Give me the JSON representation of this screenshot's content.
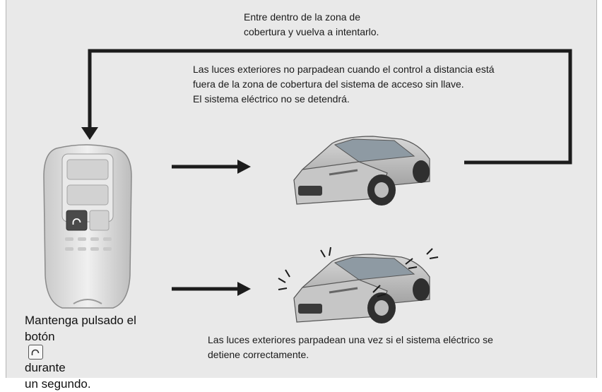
{
  "notes": {
    "top": [
      "Entre dentro de la zona de",
      "cobertura y vuelva a intentarlo."
    ],
    "middle": [
      "Las luces exteriores no parpadean cuando el control a distancia está",
      "fuera de la zona de cobertura del sistema de acceso sin llave.",
      "El sistema eléctrico no se detendrá."
    ],
    "bottom": [
      "Las luces exteriores parpadean una vez si el sistema eléctrico se",
      "detiene correctamente."
    ]
  },
  "instruction": {
    "line1": "Mantenga pulsado el",
    "line2_before": "botón",
    "line2_icon": "power-button-icon",
    "line2_after": "durante",
    "line3": "un segundo."
  },
  "colors": {
    "background": "#e9e9e9",
    "arrow": "#1c1c1c",
    "car_body": "#b8b8b8",
    "remote_body": "#dcdcdc"
  }
}
